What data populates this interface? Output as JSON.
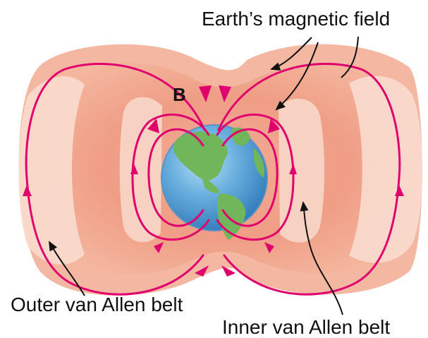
{
  "labels": {
    "earth_magnetic_field": "Earth’s magnetic field",
    "field_symbol": "B",
    "outer_belt": "Outer van Allen belt",
    "inner_belt": "Inner van Allen belt"
  },
  "colors": {
    "field_line": "#e0006d",
    "belt_outer": "#f7c5ac",
    "belt_inner": "#ed947d",
    "ocean": "#5ba7dc",
    "land": "#6fb25b"
  }
}
